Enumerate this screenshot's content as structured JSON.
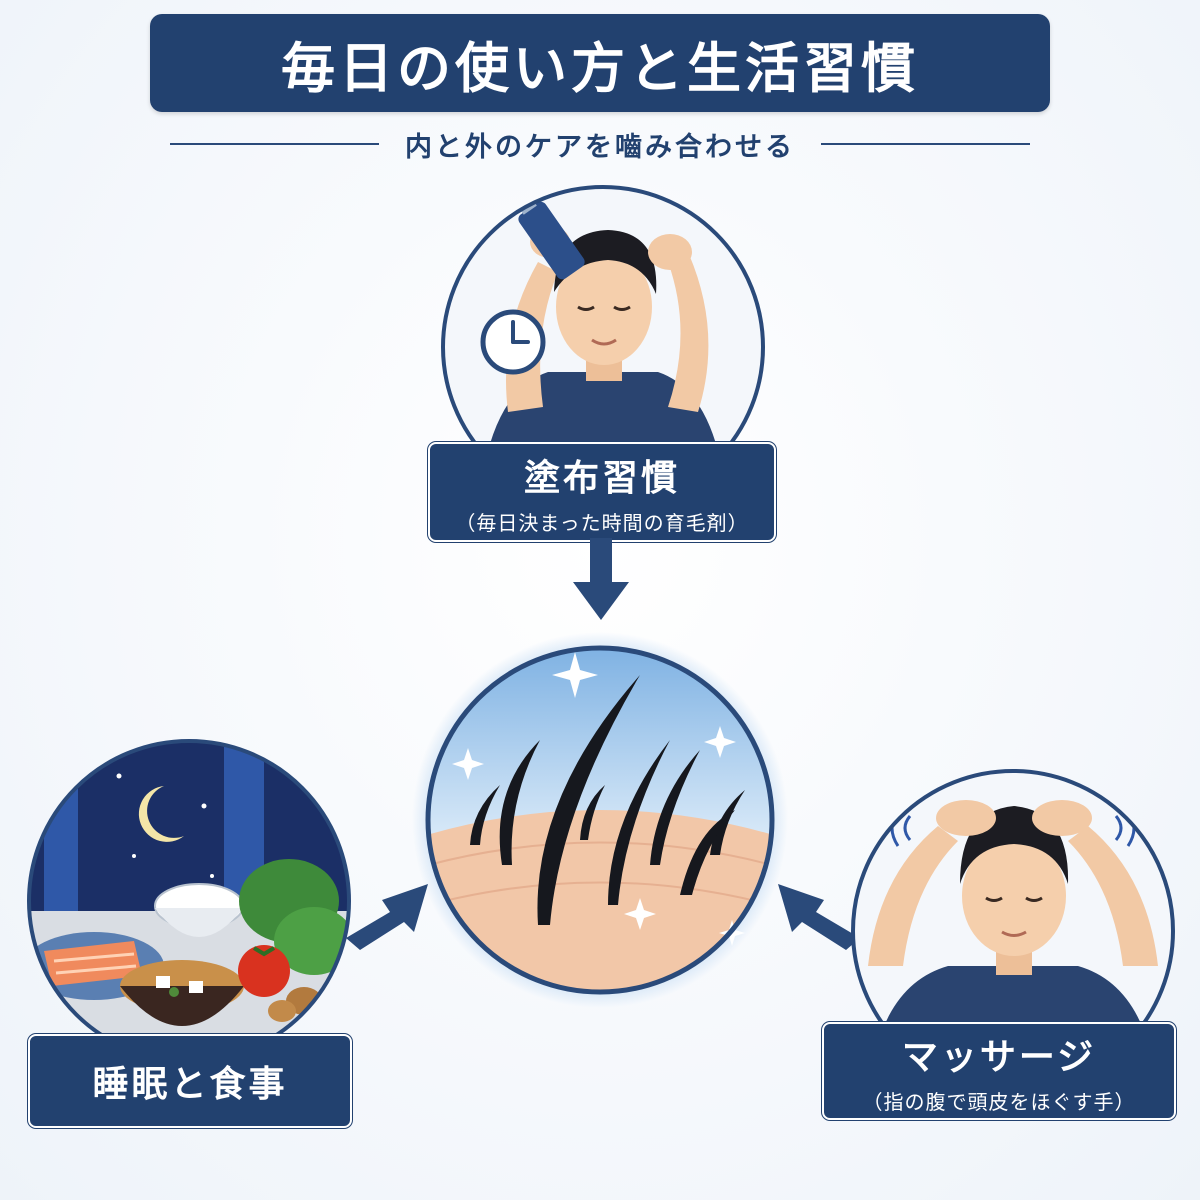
{
  "header": {
    "title": "毎日の使い方と生活習慣",
    "subtitle": "内と外のケアを嚙み合わせる"
  },
  "nodes": {
    "application": {
      "title": "塗布習慣",
      "caption": "（毎日決まった時間の育毛剤）"
    },
    "sleep_diet": {
      "title": "睡眠と食事"
    },
    "massage": {
      "title": "マッサージ",
      "caption": "（指の腹で頭皮をほぐす手）"
    }
  },
  "colors": {
    "navy": "#22416f",
    "circle_border": "#2a4a7a",
    "center_glow": "#bcd7f2"
  },
  "icons": [
    "clock-icon",
    "moon-icon",
    "sparkle-icon",
    "arrow-down-icon",
    "arrow-right-icon",
    "arrow-left-icon"
  ]
}
